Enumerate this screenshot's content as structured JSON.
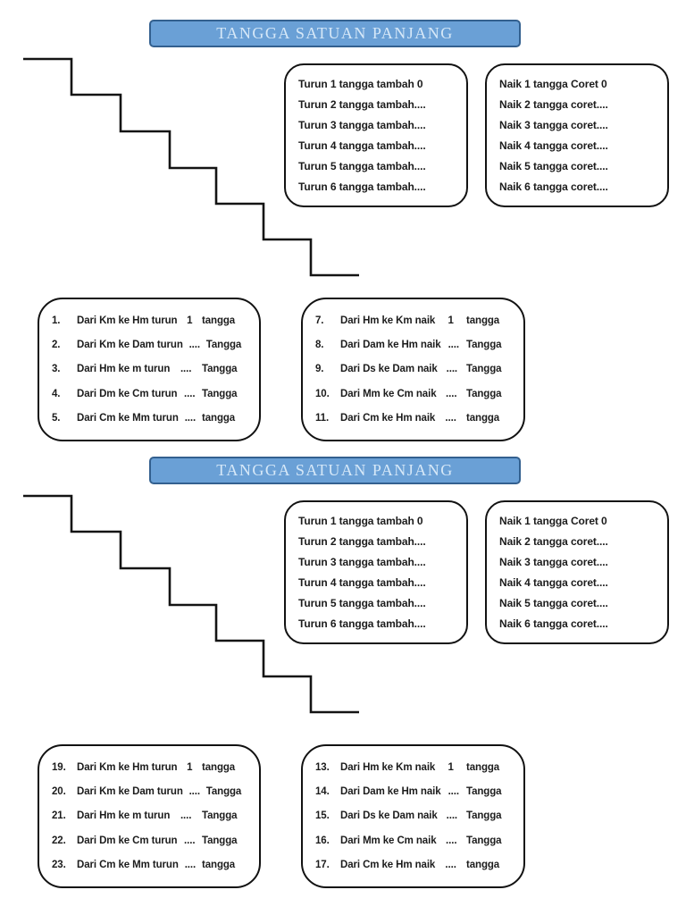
{
  "banner_color": "#6aa0d6",
  "banner_border_color": "#33608f",
  "banner_text_color": "#d6e8f8",
  "sections": [
    {
      "title": "TANGGA SATUAN PANJANG",
      "turun_notes": [
        "Turun 1 tangga tambah 0",
        "Turun 2 tangga tambah....",
        "Turun 3 tangga tambah....",
        "Turun 4 tangga tambah....",
        "Turun 5 tangga tambah....",
        "Turun 6 tangga tambah...."
      ],
      "naik_notes": [
        "Naik 1 tangga Coret 0",
        "Naik 2 tangga coret....",
        "Naik 3 tangga coret....",
        "Naik 4 tangga coret....",
        "Naik 5 tangga coret....",
        "Naik 6 tangga coret...."
      ],
      "left_items": [
        {
          "num": "1.",
          "text": "Dari Km ke Hm turun",
          "mid": "1",
          "unit": "tangga"
        },
        {
          "num": "2.",
          "text": "Dari Km ke Dam turun",
          "mid": "....",
          "unit": "Tangga"
        },
        {
          "num": "3.",
          "text": "Dari Hm ke m turun",
          "mid": "....",
          "unit": "Tangga"
        },
        {
          "num": "4.",
          "text": "Dari Dm ke Cm turun",
          "mid": "....",
          "unit": "Tangga"
        },
        {
          "num": "5.",
          "text": "Dari Cm ke Mm turun",
          "mid": "....",
          "unit": "tangga"
        }
      ],
      "right_items": [
        {
          "num": "7.",
          "text": "Dari Hm ke Km naik",
          "mid": "1",
          "unit": "tangga"
        },
        {
          "num": "8.",
          "text": "Dari Dam ke Hm naik",
          "mid": "....",
          "unit": "Tangga"
        },
        {
          "num": "9.",
          "text": "Dari Ds ke Dam naik",
          "mid": "....",
          "unit": "Tangga"
        },
        {
          "num": "10.",
          "text": "Dari Mm ke Cm naik",
          "mid": "....",
          "unit": "Tangga"
        },
        {
          "num": "11.",
          "text": "Dari Cm ke Hm naik",
          "mid": "....",
          "unit": "tangga"
        }
      ]
    },
    {
      "title": "TANGGA SATUAN PANJANG",
      "turun_notes": [
        "Turun 1 tangga tambah 0",
        "Turun 2 tangga tambah....",
        "Turun 3 tangga tambah....",
        "Turun 4 tangga tambah....",
        "Turun 5 tangga tambah....",
        "Turun 6 tangga tambah...."
      ],
      "naik_notes": [
        "Naik 1 tangga Coret 0",
        "Naik 2 tangga coret....",
        "Naik 3 tangga coret....",
        "Naik 4 tangga coret....",
        "Naik 5 tangga coret....",
        "Naik 6 tangga coret...."
      ],
      "left_items": [
        {
          "num": "19.",
          "text": "Dari Km ke Hm turun",
          "mid": "1",
          "unit": "tangga"
        },
        {
          "num": "20.",
          "text": "Dari Km ke Dam turun",
          "mid": "....",
          "unit": "Tangga"
        },
        {
          "num": "21.",
          "text": "Dari Hm ke m turun",
          "mid": "....",
          "unit": "Tangga"
        },
        {
          "num": "22.",
          "text": "Dari Dm ke Cm turun",
          "mid": "....",
          "unit": "Tangga"
        },
        {
          "num": "23.",
          "text": "Dari Cm ke Mm turun",
          "mid": "....",
          "unit": "tangga"
        }
      ],
      "right_items": [
        {
          "num": "13.",
          "text": "Dari Hm ke Km naik",
          "mid": "1",
          "unit": "tangga"
        },
        {
          "num": "14.",
          "text": "Dari Dam ke Hm naik",
          "mid": "....",
          "unit": "Tangga"
        },
        {
          "num": "15.",
          "text": "Dari Ds ke Dam naik",
          "mid": "....",
          "unit": "Tangga"
        },
        {
          "num": "16.",
          "text": "Dari Mm ke Cm naik",
          "mid": "....",
          "unit": "Tangga"
        },
        {
          "num": "17.",
          "text": "Dari Cm ke Hm naik",
          "mid": "....",
          "unit": "tangga"
        }
      ]
    }
  ]
}
